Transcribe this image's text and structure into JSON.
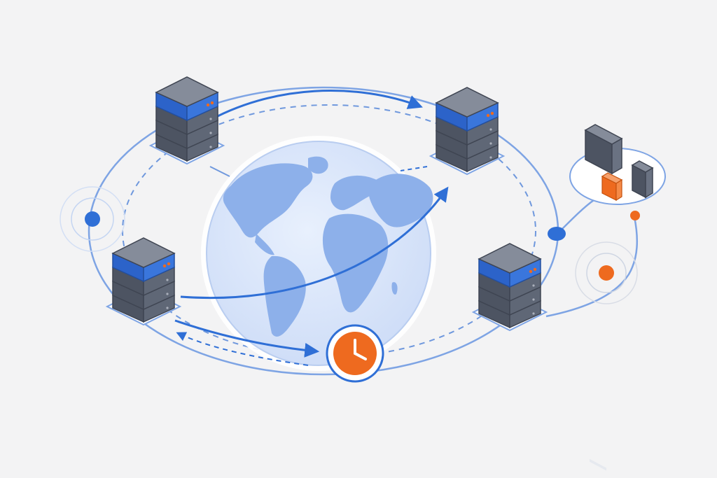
{
  "diagram": {
    "nodes": [
      {
        "id": "server-top-left",
        "icon": "server-stack-icon",
        "role": "replica"
      },
      {
        "id": "server-top-right",
        "icon": "server-stack-icon",
        "role": "replica"
      },
      {
        "id": "server-left",
        "icon": "server-stack-icon",
        "role": "replica"
      },
      {
        "id": "server-bottom-right",
        "icon": "server-stack-icon",
        "role": "replica"
      },
      {
        "id": "client-devices",
        "icon": "client-devices-icon",
        "role": "client"
      },
      {
        "id": "clock",
        "icon": "clock-icon",
        "role": "time-sync"
      },
      {
        "id": "globe",
        "icon": "globe-icon",
        "role": "network"
      }
    ],
    "edges": [
      {
        "from": "server-top-left",
        "to": "server-top-right",
        "style": "solid-arrow"
      },
      {
        "from": "server-left",
        "to": "server-top-right",
        "style": "solid-arrow-through-globe"
      },
      {
        "from": "server-left",
        "to": "clock",
        "style": "solid-arrow"
      },
      {
        "from": "clock",
        "to": "server-left",
        "style": "dashed-arrow"
      },
      {
        "from": "server-bottom-right",
        "to": "client-devices",
        "style": "solid-line"
      }
    ]
  },
  "colors": {
    "background": "#f3f3f4",
    "accent_blue": "#2f6fd6",
    "ring_blue": "#7ea4e4",
    "server_body": "#5d6574",
    "server_top": "#858c9a",
    "globe_fill": "#dbe7fb",
    "continent": "#8db0ea",
    "accent_orange": "#ee6a1f"
  }
}
